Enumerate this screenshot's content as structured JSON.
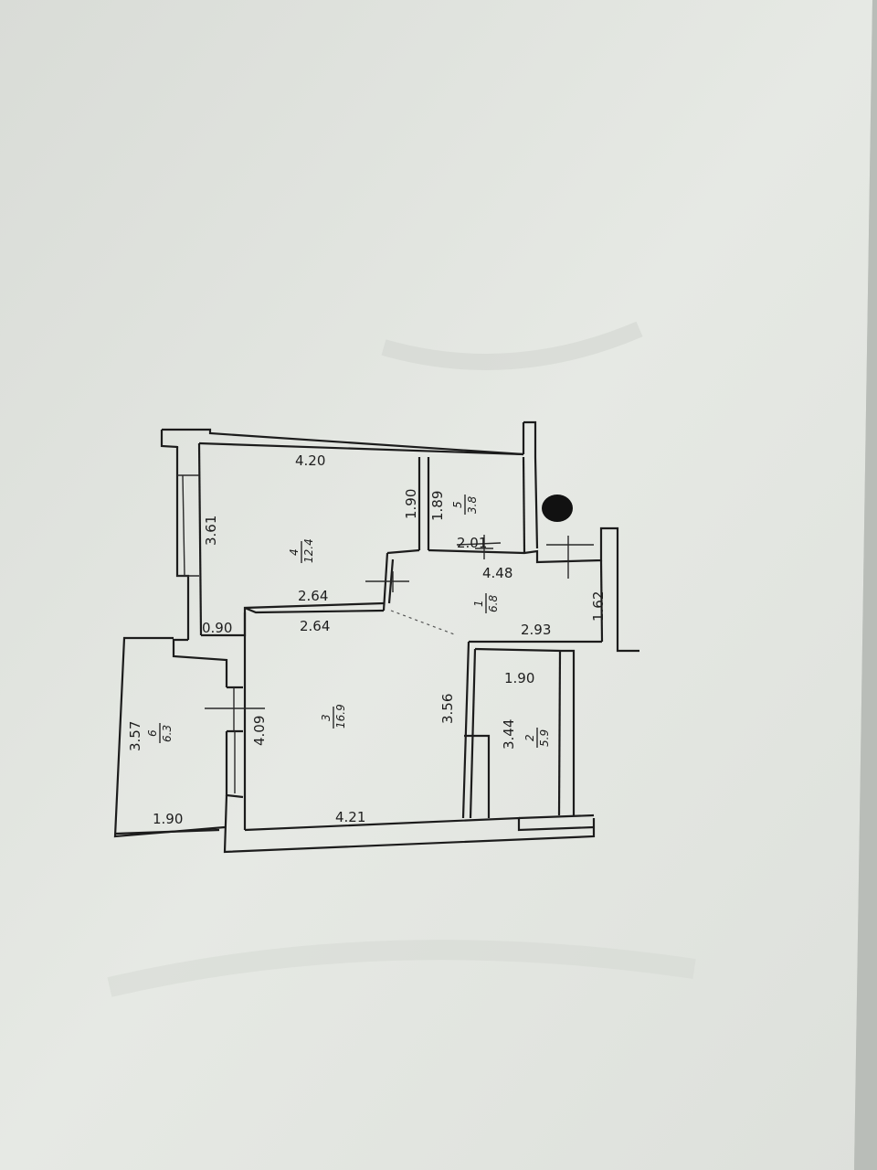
{
  "colors": {
    "paper": "#e3e6e1",
    "background": "#c9cdc8",
    "line": "#1c1c1c"
  },
  "rooms": [
    {
      "number": "4",
      "area": "12.4"
    },
    {
      "number": "5",
      "area": "3.8"
    },
    {
      "number": "1",
      "area": "6.8"
    },
    {
      "number": "3",
      "area": "16.9"
    },
    {
      "number": "2",
      "area": "5.9"
    },
    {
      "number": "6",
      "area": "6.3"
    }
  ],
  "dimensions": {
    "room4_width_top": "4.20",
    "room4_height": "3.61",
    "room4_right": "1.90",
    "room4_bottom": "2.64",
    "room4_step": "0.90",
    "room5_height": "1.89",
    "room5_width": "2.01",
    "hall_width": "4.48",
    "hall_height": "1.62",
    "hall_bottom": "2.93",
    "room3_top": "2.64",
    "room3_left": "4.09",
    "room3_right": "3.56",
    "room3_bottom": "4.21",
    "room2_width": "1.90",
    "room2_height": "3.44",
    "balcony_height": "3.57",
    "balcony_width": "1.90"
  }
}
